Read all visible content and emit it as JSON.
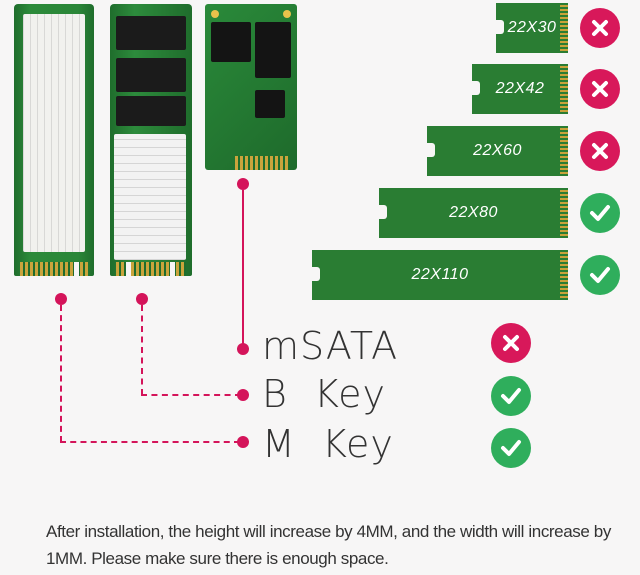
{
  "sizes": [
    {
      "label": "22X30",
      "supported": false
    },
    {
      "label": "22X42",
      "supported": false
    },
    {
      "label": "22X60",
      "supported": false
    },
    {
      "label": "22X80",
      "supported": true
    },
    {
      "label": "22X110",
      "supported": true
    }
  ],
  "keys": [
    {
      "label": "mSATA",
      "supported": false
    },
    {
      "label": "B  Key",
      "supported": true
    },
    {
      "label": "M  Key",
      "supported": true
    }
  ],
  "note": "After installation, the height will increase by 4MM, and the width will increase by 1MM. Please make sure there is enough space.",
  "colors": {
    "bar_green": "#2a7d33",
    "cross_red": "#d8185a",
    "check_green": "#2fae5c",
    "marker_pink": "#d4145a"
  },
  "icons": {
    "unsupported": "x-icon",
    "supported": "check-icon"
  }
}
